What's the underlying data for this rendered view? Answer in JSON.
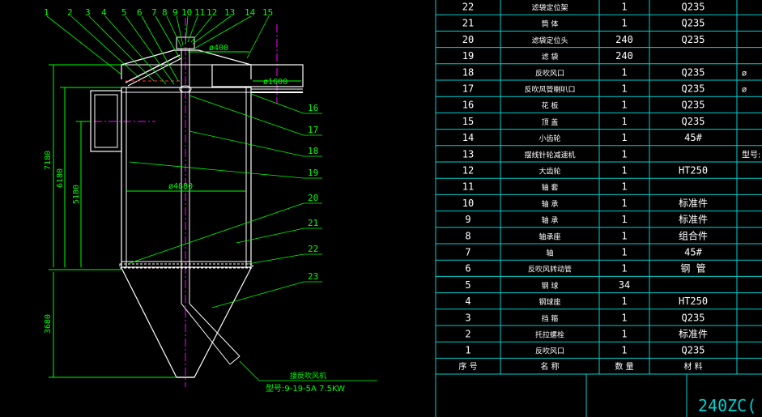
{
  "colors": {
    "background": "#000000",
    "table_line": "#00d0d0",
    "table_text": "#ffffff",
    "drawing_main": "#ffffff",
    "leader": "#00ff00",
    "centerline": "#ff00ff",
    "grid": "#00aaaa"
  },
  "balloons": [
    "1",
    "2",
    "3",
    "4",
    "5",
    "6",
    "7",
    "8",
    "9",
    "10",
    "11",
    "12",
    "13",
    "14",
    "15"
  ],
  "side_callouts": [
    "16",
    "17",
    "18",
    "19",
    "20",
    "21",
    "22",
    "23"
  ],
  "dimensions": {
    "top_dia": "ø400",
    "outlet_dia": "ø1600",
    "body_dia": "ø4880",
    "h_total": "7180",
    "h_mid": "6180",
    "h_body": "5180",
    "h_cone": "3680"
  },
  "fan_note": {
    "line1": "接反吹风机",
    "line2": "型号:9-19-5A 7.5KW"
  },
  "bom": [
    {
      "no": "22",
      "name": "滤袋定位架",
      "qty": "1",
      "mat": "Q235",
      "extra": ""
    },
    {
      "no": "21",
      "name": "筒 体",
      "qty": "1",
      "mat": "Q235",
      "extra": ""
    },
    {
      "no": "20",
      "name": "滤袋定位头",
      "qty": "240",
      "mat": "Q235",
      "extra": ""
    },
    {
      "no": "19",
      "name": "滤 袋",
      "qty": "240",
      "mat": "",
      "extra": ""
    },
    {
      "no": "18",
      "name": "反吹风口",
      "qty": "1",
      "mat": "Q235",
      "extra": "ø"
    },
    {
      "no": "17",
      "name": "反吹风管喇叭口",
      "qty": "1",
      "mat": "Q235",
      "extra": "ø"
    },
    {
      "no": "16",
      "name": "花 板",
      "qty": "1",
      "mat": "Q235",
      "extra": ""
    },
    {
      "no": "15",
      "name": "顶 盖",
      "qty": "1",
      "mat": "Q235",
      "extra": ""
    },
    {
      "no": "14",
      "name": "小齿轮",
      "qty": "1",
      "mat": "45#",
      "extra": ""
    },
    {
      "no": "13",
      "name": "摆线针轮减速机",
      "qty": "1",
      "mat": "",
      "extra": "型号:"
    },
    {
      "no": "12",
      "name": "大齿轮",
      "qty": "1",
      "mat": "HT250",
      "extra": ""
    },
    {
      "no": "11",
      "name": "轴 套",
      "qty": "1",
      "mat": "",
      "extra": ""
    },
    {
      "no": "10",
      "name": "轴 承",
      "qty": "1",
      "mat": "标准件",
      "extra": ""
    },
    {
      "no": "9",
      "name": "轴 承",
      "qty": "1",
      "mat": "标准件",
      "extra": ""
    },
    {
      "no": "8",
      "name": "轴承座",
      "qty": "1",
      "mat": "组合件",
      "extra": ""
    },
    {
      "no": "7",
      "name": "轴",
      "qty": "1",
      "mat": "45#",
      "extra": ""
    },
    {
      "no": "6",
      "name": "反吹风转动管",
      "qty": "1",
      "mat": "钢 管",
      "extra": ""
    },
    {
      "no": "5",
      "name": "钢 球",
      "qty": "34",
      "mat": "",
      "extra": ""
    },
    {
      "no": "4",
      "name": "钢球座",
      "qty": "1",
      "mat": "HT250",
      "extra": ""
    },
    {
      "no": "3",
      "name": "挡 箍",
      "qty": "1",
      "mat": "Q235",
      "extra": ""
    },
    {
      "no": "2",
      "name": "托拉螺栓",
      "qty": "1",
      "mat": "标准件",
      "extra": ""
    },
    {
      "no": "1",
      "name": "反吹风口",
      "qty": "1",
      "mat": "Q235",
      "extra": ""
    }
  ],
  "bom_header": {
    "no": "序 号",
    "name": "名 称",
    "qty": "数 量",
    "mat": "材 料"
  },
  "title_block_text": "240ZC("
}
